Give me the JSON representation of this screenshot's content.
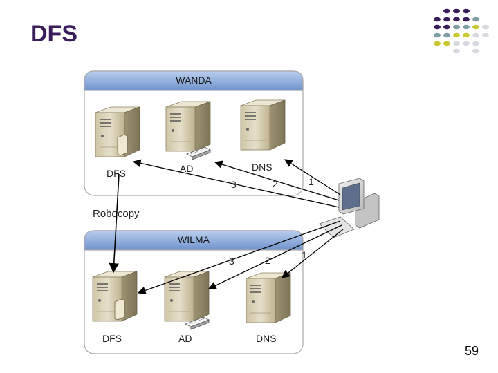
{
  "slide": {
    "title": "DFS",
    "page_number": "59"
  },
  "sites": {
    "top": {
      "name": "WANDA",
      "servers": [
        "DFS",
        "AD",
        "DNS"
      ]
    },
    "bottom": {
      "name": "WILMA",
      "servers": [
        "DFS",
        "AD",
        "DNS"
      ]
    }
  },
  "replication_label": "Robocopy",
  "steps": {
    "top": [
      "1",
      "2",
      "3"
    ],
    "bottom": [
      "1",
      "2",
      "3"
    ]
  },
  "colors": {
    "title": "#3b1c5a",
    "header_bar": "#7fa3d8",
    "server_body": "#d9d0b4",
    "deco_purple": "#3b1c5a",
    "deco_teal": "#7e9ea4",
    "deco_yellow": "#c9c832",
    "deco_gray": "#d7d9e0"
  }
}
